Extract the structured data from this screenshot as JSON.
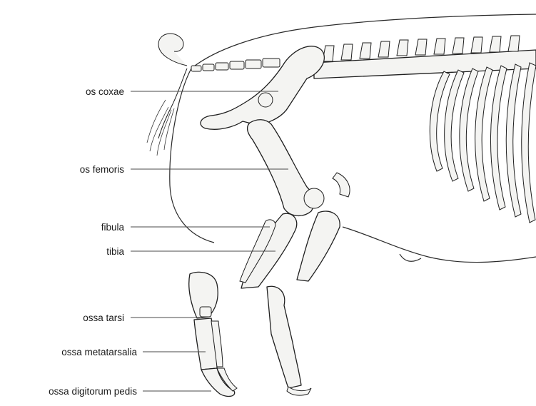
{
  "labels": [
    {
      "id": "os-coxae",
      "text": "os coxae"
    },
    {
      "id": "os-femoris",
      "text": "os femoris"
    },
    {
      "id": "fibula",
      "text": "fibula"
    },
    {
      "id": "tibia",
      "text": "tibia"
    },
    {
      "id": "ossa-tarsi",
      "text": "ossa tarsi"
    },
    {
      "id": "ossa-metatarsalia",
      "text": "ossa metatarsalia"
    },
    {
      "id": "ossa-digitorum-pedis",
      "text": "ossa digitorum pedis"
    }
  ],
  "colors": {
    "background": "#ffffff",
    "line": "#1f1f1f",
    "bone_fill": "#f4f4f2",
    "text": "#1a1a1a"
  }
}
